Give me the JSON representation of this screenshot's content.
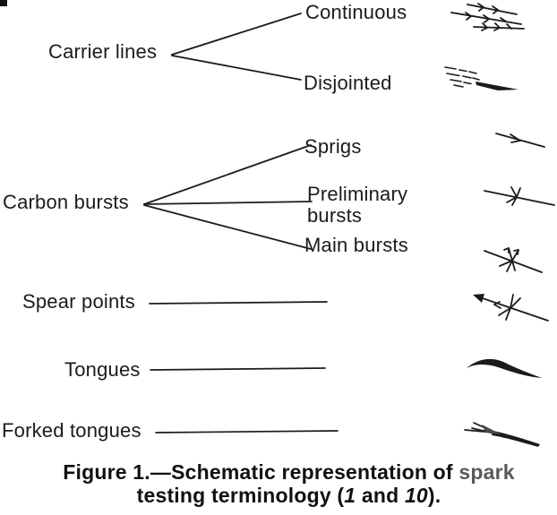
{
  "colors": {
    "ink": "#1b1b1b",
    "link_gray": "#5a5a5a",
    "background": "#ffffff"
  },
  "tree": {
    "carrier": {
      "label": "Carrier lines",
      "children": {
        "continuous": "Continuous",
        "disjointed": "Disjointed"
      }
    },
    "carbon": {
      "label": "Carbon bursts",
      "children": {
        "sprigs": "Sprigs",
        "preliminary": "Preliminary bursts",
        "main": "Main bursts"
      }
    },
    "spear": {
      "label": "Spear points"
    },
    "tongues": {
      "label": "Tongues"
    },
    "forked": {
      "label": "Forked tongues"
    }
  },
  "icons": {
    "continuous": "continuous-spark-icon",
    "disjointed": "disjointed-spark-icon",
    "sprigs": "sprig-spark-icon",
    "preliminary": "preliminary-burst-spark-icon",
    "main": "main-burst-spark-icon",
    "spear": "spear-point-spark-icon",
    "tongues": "tongue-spark-icon",
    "forked": "forked-tongue-spark-icon"
  },
  "caption": {
    "line1_text": "Figure 1.—Schematic representation of ",
    "line1_link": "spark",
    "line2_open": "testing terminology (",
    "ref1": "1",
    "line2_and": " and ",
    "ref2": "10",
    "line2_close": ")."
  }
}
